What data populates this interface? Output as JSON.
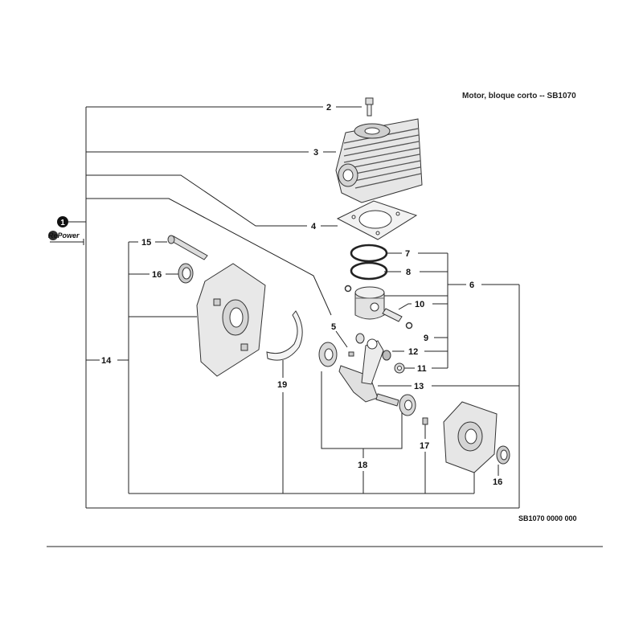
{
  "title": "Motor, bloque corto -- SB1070",
  "diagram_code": "SB1070 0000 000",
  "assembly": {
    "number": "1",
    "badge_text": "RePower"
  },
  "callouts": {
    "c2": "2",
    "c3": "3",
    "c4": "4",
    "c5": "5",
    "c6": "6",
    "c7": "7",
    "c8": "8",
    "c9": "9",
    "c10": "10",
    "c11": "11",
    "c12": "12",
    "c13": "13",
    "c14": "14",
    "c15": "15",
    "c16a": "16",
    "c16b": "16",
    "c17": "17",
    "c18": "18",
    "c19": "19"
  }
}
